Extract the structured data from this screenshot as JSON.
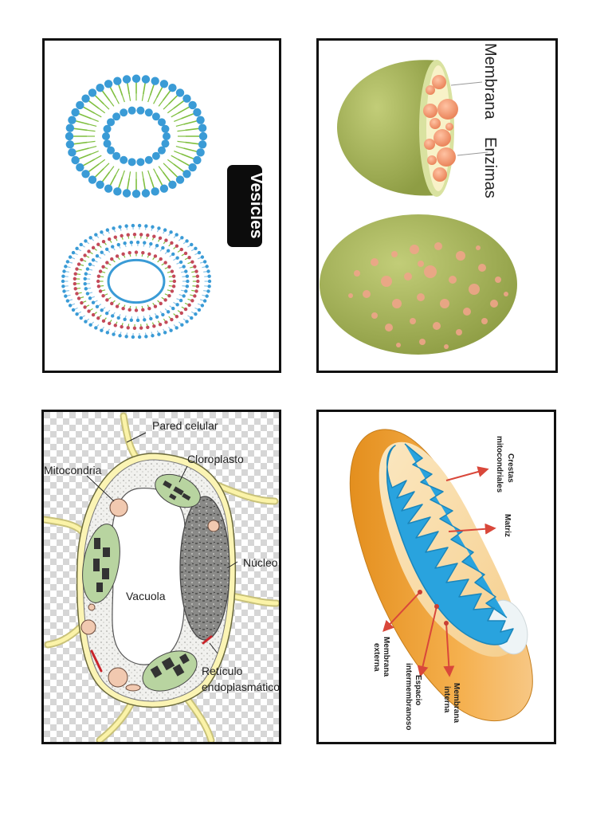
{
  "vesicles_card": {
    "label": "Vesicles"
  },
  "peroxisome_card": {
    "membrane_label": "Membrana",
    "enzymes_label": "Enzimas"
  },
  "plant_cell_card": {
    "cell_wall_label": "Pared celular",
    "chloroplast_label": "Cloroplasto",
    "mitochondria_label": "Mitocondria",
    "nucleus_label": "Núcleo",
    "vacuole_label": "Vacuola",
    "er_label_line1": "Retículo",
    "er_label_line2": "endoplasmático"
  },
  "mitochondrion_card": {
    "cristae_label_line1": "Crestas",
    "cristae_label_line2": "mitocondriales",
    "matrix_label": "Matriz",
    "outer_membrane_line1": "Membrana",
    "outer_membrane_line2": "externa",
    "intermembrane_line1": "Espacio",
    "intermembrane_line2": "intermembranoso",
    "inner_membrane_line1": "Membrana",
    "inner_membrane_line2": "interna"
  },
  "colors": {
    "frame": "#111111",
    "phospholipid_head": "#3a9bd6",
    "lipid_tail": "#7fbf3f",
    "peroxisome_body": "#a9b65a",
    "enzyme": "#f29a72",
    "mito_outer": "#f2a23a",
    "mito_cristae": "#29a3de",
    "arrow": "#d9473a"
  }
}
